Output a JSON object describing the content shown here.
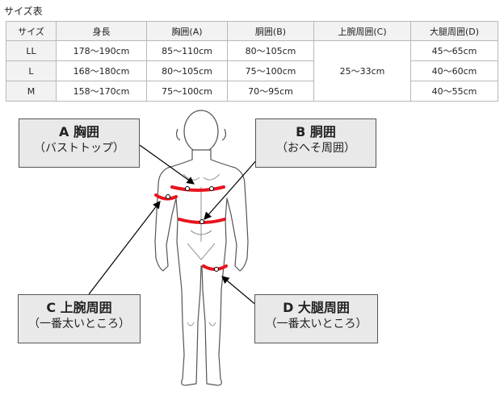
{
  "caption": "サイズ表",
  "table": {
    "headers": [
      "サイズ",
      "身長",
      "胸囲(A)",
      "胴囲(B)",
      "上腕周囲(C)",
      "大腿周囲(D)"
    ],
    "rows": [
      {
        "size": "LL",
        "height": "178〜190cm",
        "chest": "85〜110cm",
        "waist": "80〜105cm",
        "thigh": "45〜65cm"
      },
      {
        "size": "L",
        "height": "168〜180cm",
        "chest": "80〜105cm",
        "waist": "75〜100cm",
        "thigh": "40〜60cm"
      },
      {
        "size": "M",
        "height": "158〜170cm",
        "chest": "75〜100cm",
        "waist": "70〜95cm",
        "thigh": "40〜55cm"
      }
    ],
    "upper_arm_shared": "25〜33cm"
  },
  "labels": {
    "a": {
      "title": "A 胸囲",
      "sub": "（バストトップ）"
    },
    "b": {
      "title": "B 胴囲",
      "sub": "（おへそ周囲）"
    },
    "c": {
      "title": "C 上腕周囲",
      "sub": "（一番太いところ）"
    },
    "d": {
      "title": "D 大腿周囲",
      "sub": "（一番太いところ）"
    }
  },
  "colors": {
    "measure_band": "#e8141e",
    "outline": "#555555",
    "box_fill": "#e9e9e9",
    "header_fill": "#f2f2f2"
  }
}
